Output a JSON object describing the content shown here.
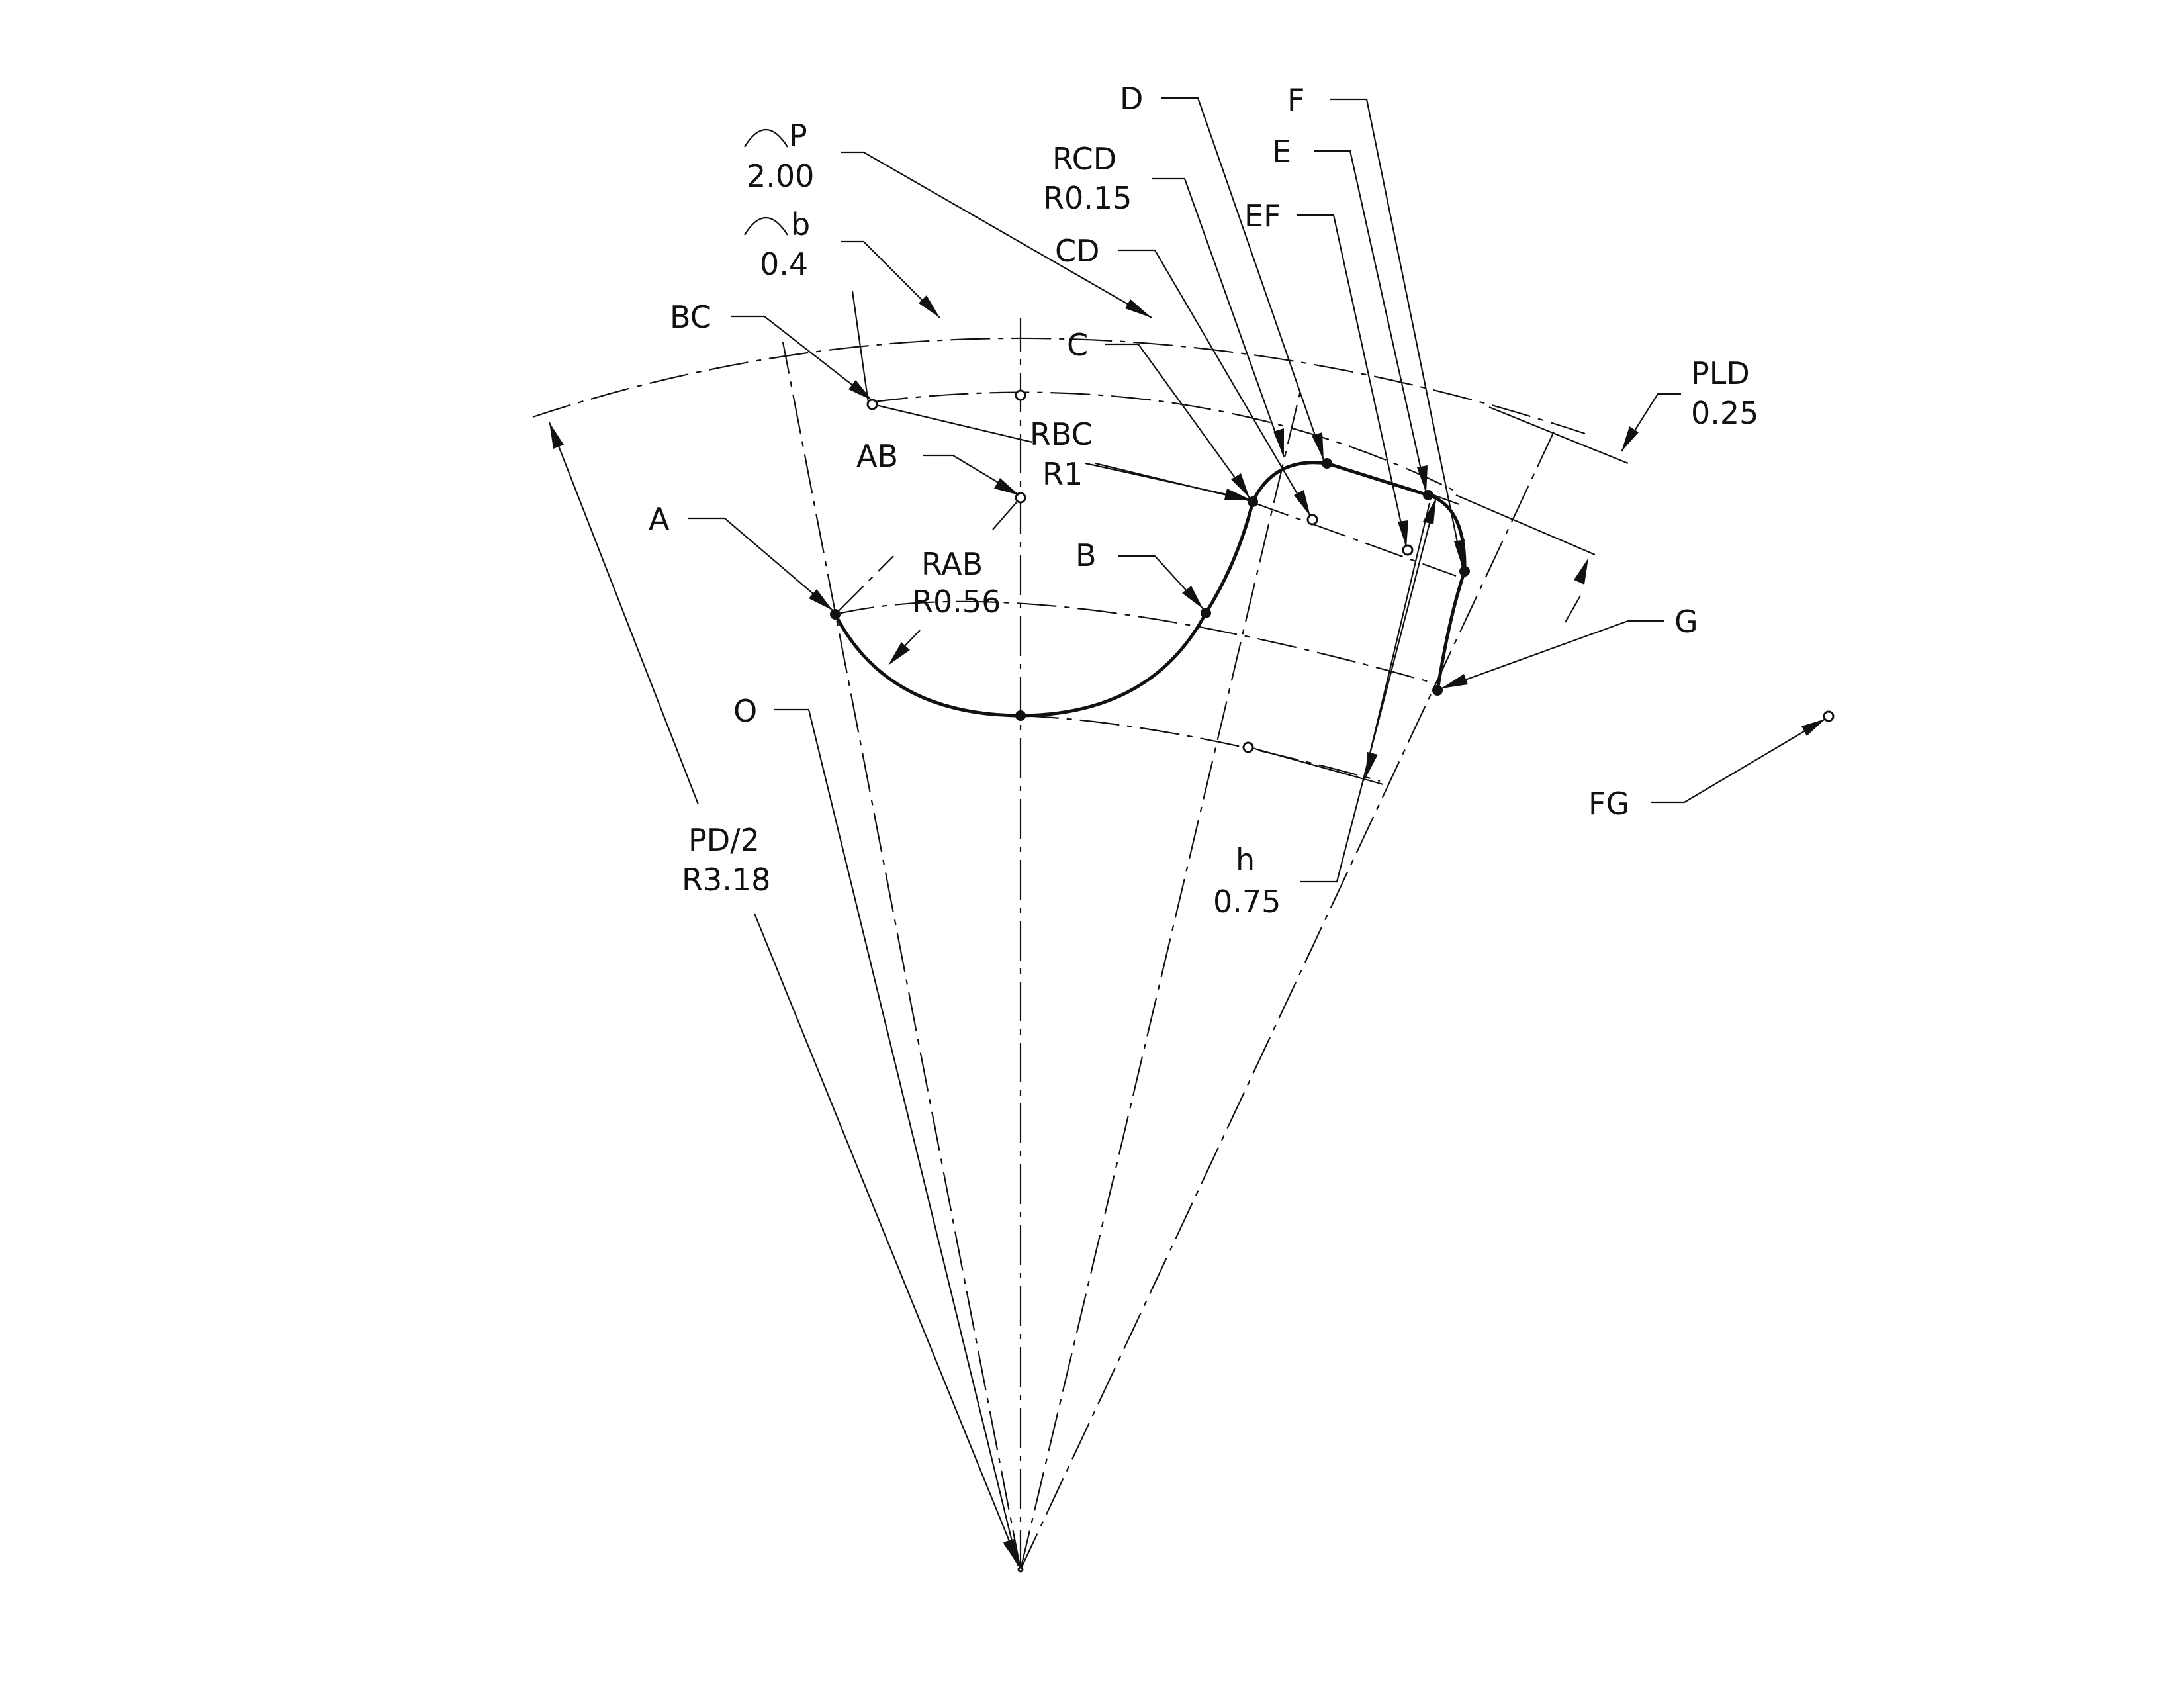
{
  "labels": {
    "P": "P",
    "P_value": "2.00",
    "b": "b",
    "b_value": "0.4",
    "BC": "BC",
    "RBC": "RBC",
    "RBC_value": "R1",
    "AB": "AB",
    "A": "A",
    "RAB": "RAB",
    "RAB_value": "R0.56",
    "B": "B",
    "C": "C",
    "CD": "CD",
    "RCD": "RCD",
    "RCD_value": "R0.15",
    "D": "D",
    "EF": "EF",
    "E": "E",
    "F": "F",
    "PLD": "PLD",
    "PLD_value": "0.25",
    "G": "G",
    "FG": "FG",
    "h": "h",
    "h_value": "0.75",
    "PD2": "PD/2",
    "PD2_value": "R3.18",
    "O": "O"
  }
}
